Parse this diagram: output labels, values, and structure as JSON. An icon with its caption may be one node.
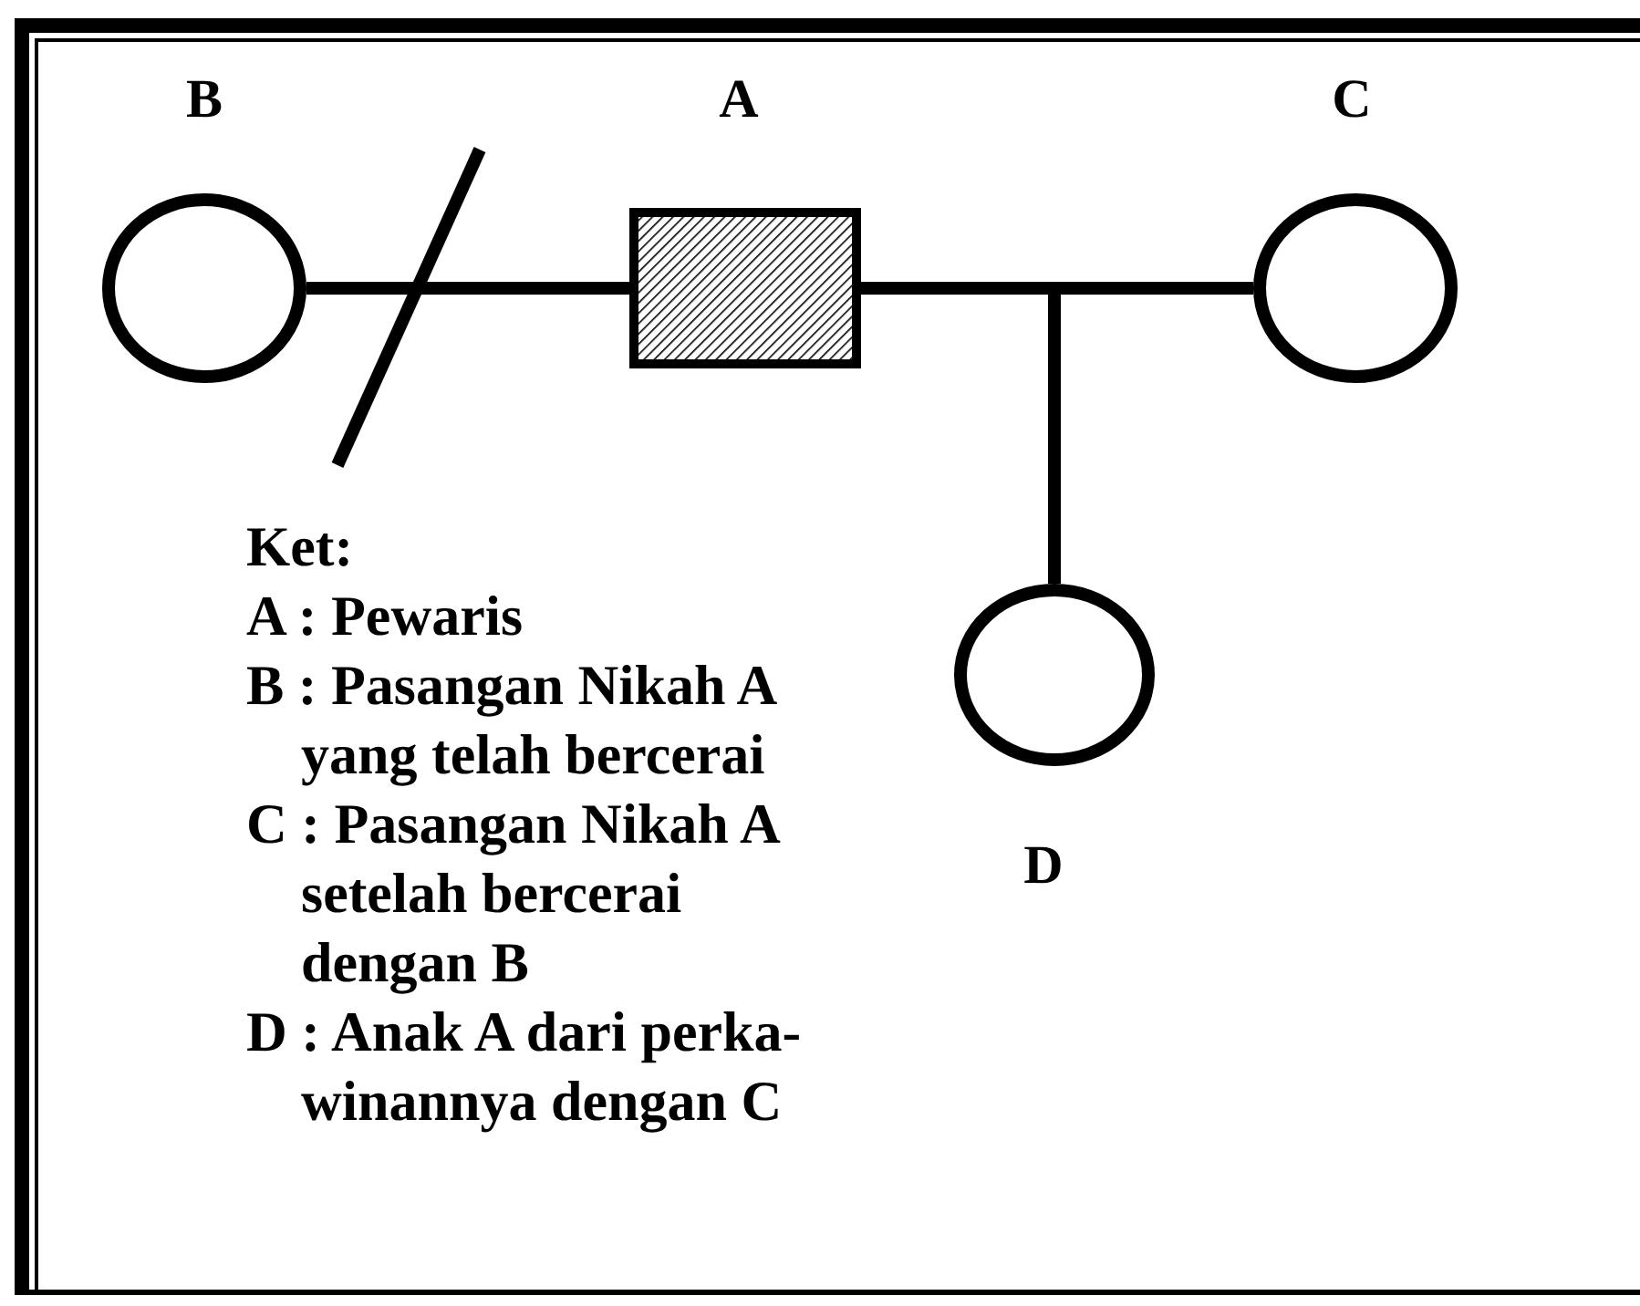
{
  "diagram": {
    "nodes": [
      {
        "text": [],
        "shape": "circle",
        "beside": [
          "B"
        ]
      },
      {
        "text": [],
        "shape": "box",
        "beside": [
          "A"
        ]
      },
      {
        "text": [],
        "shape": "circle",
        "beside": [
          "C"
        ]
      },
      {
        "text": [],
        "shape": "circle",
        "beside": [
          "D"
        ]
      }
    ],
    "edges": [
      {
        "from": 0,
        "to": 1,
        "arrow": "none"
      },
      {
        "from": 1,
        "to": 2,
        "arrow": "none"
      },
      {
        "from": 1,
        "to": 3,
        "arrow": "none"
      },
      {
        "from": 2,
        "to": 3,
        "arrow": "none"
      }
    ],
    "labels": [
      "Ket:",
      "A : Pewaris",
      "B : Pasangan Nikah A yang telah bercerai",
      "C : Pasangan Nikah A setelah bercerai dengan B",
      "D : Anak A dari perka-winannya dengan C"
    ]
  }
}
